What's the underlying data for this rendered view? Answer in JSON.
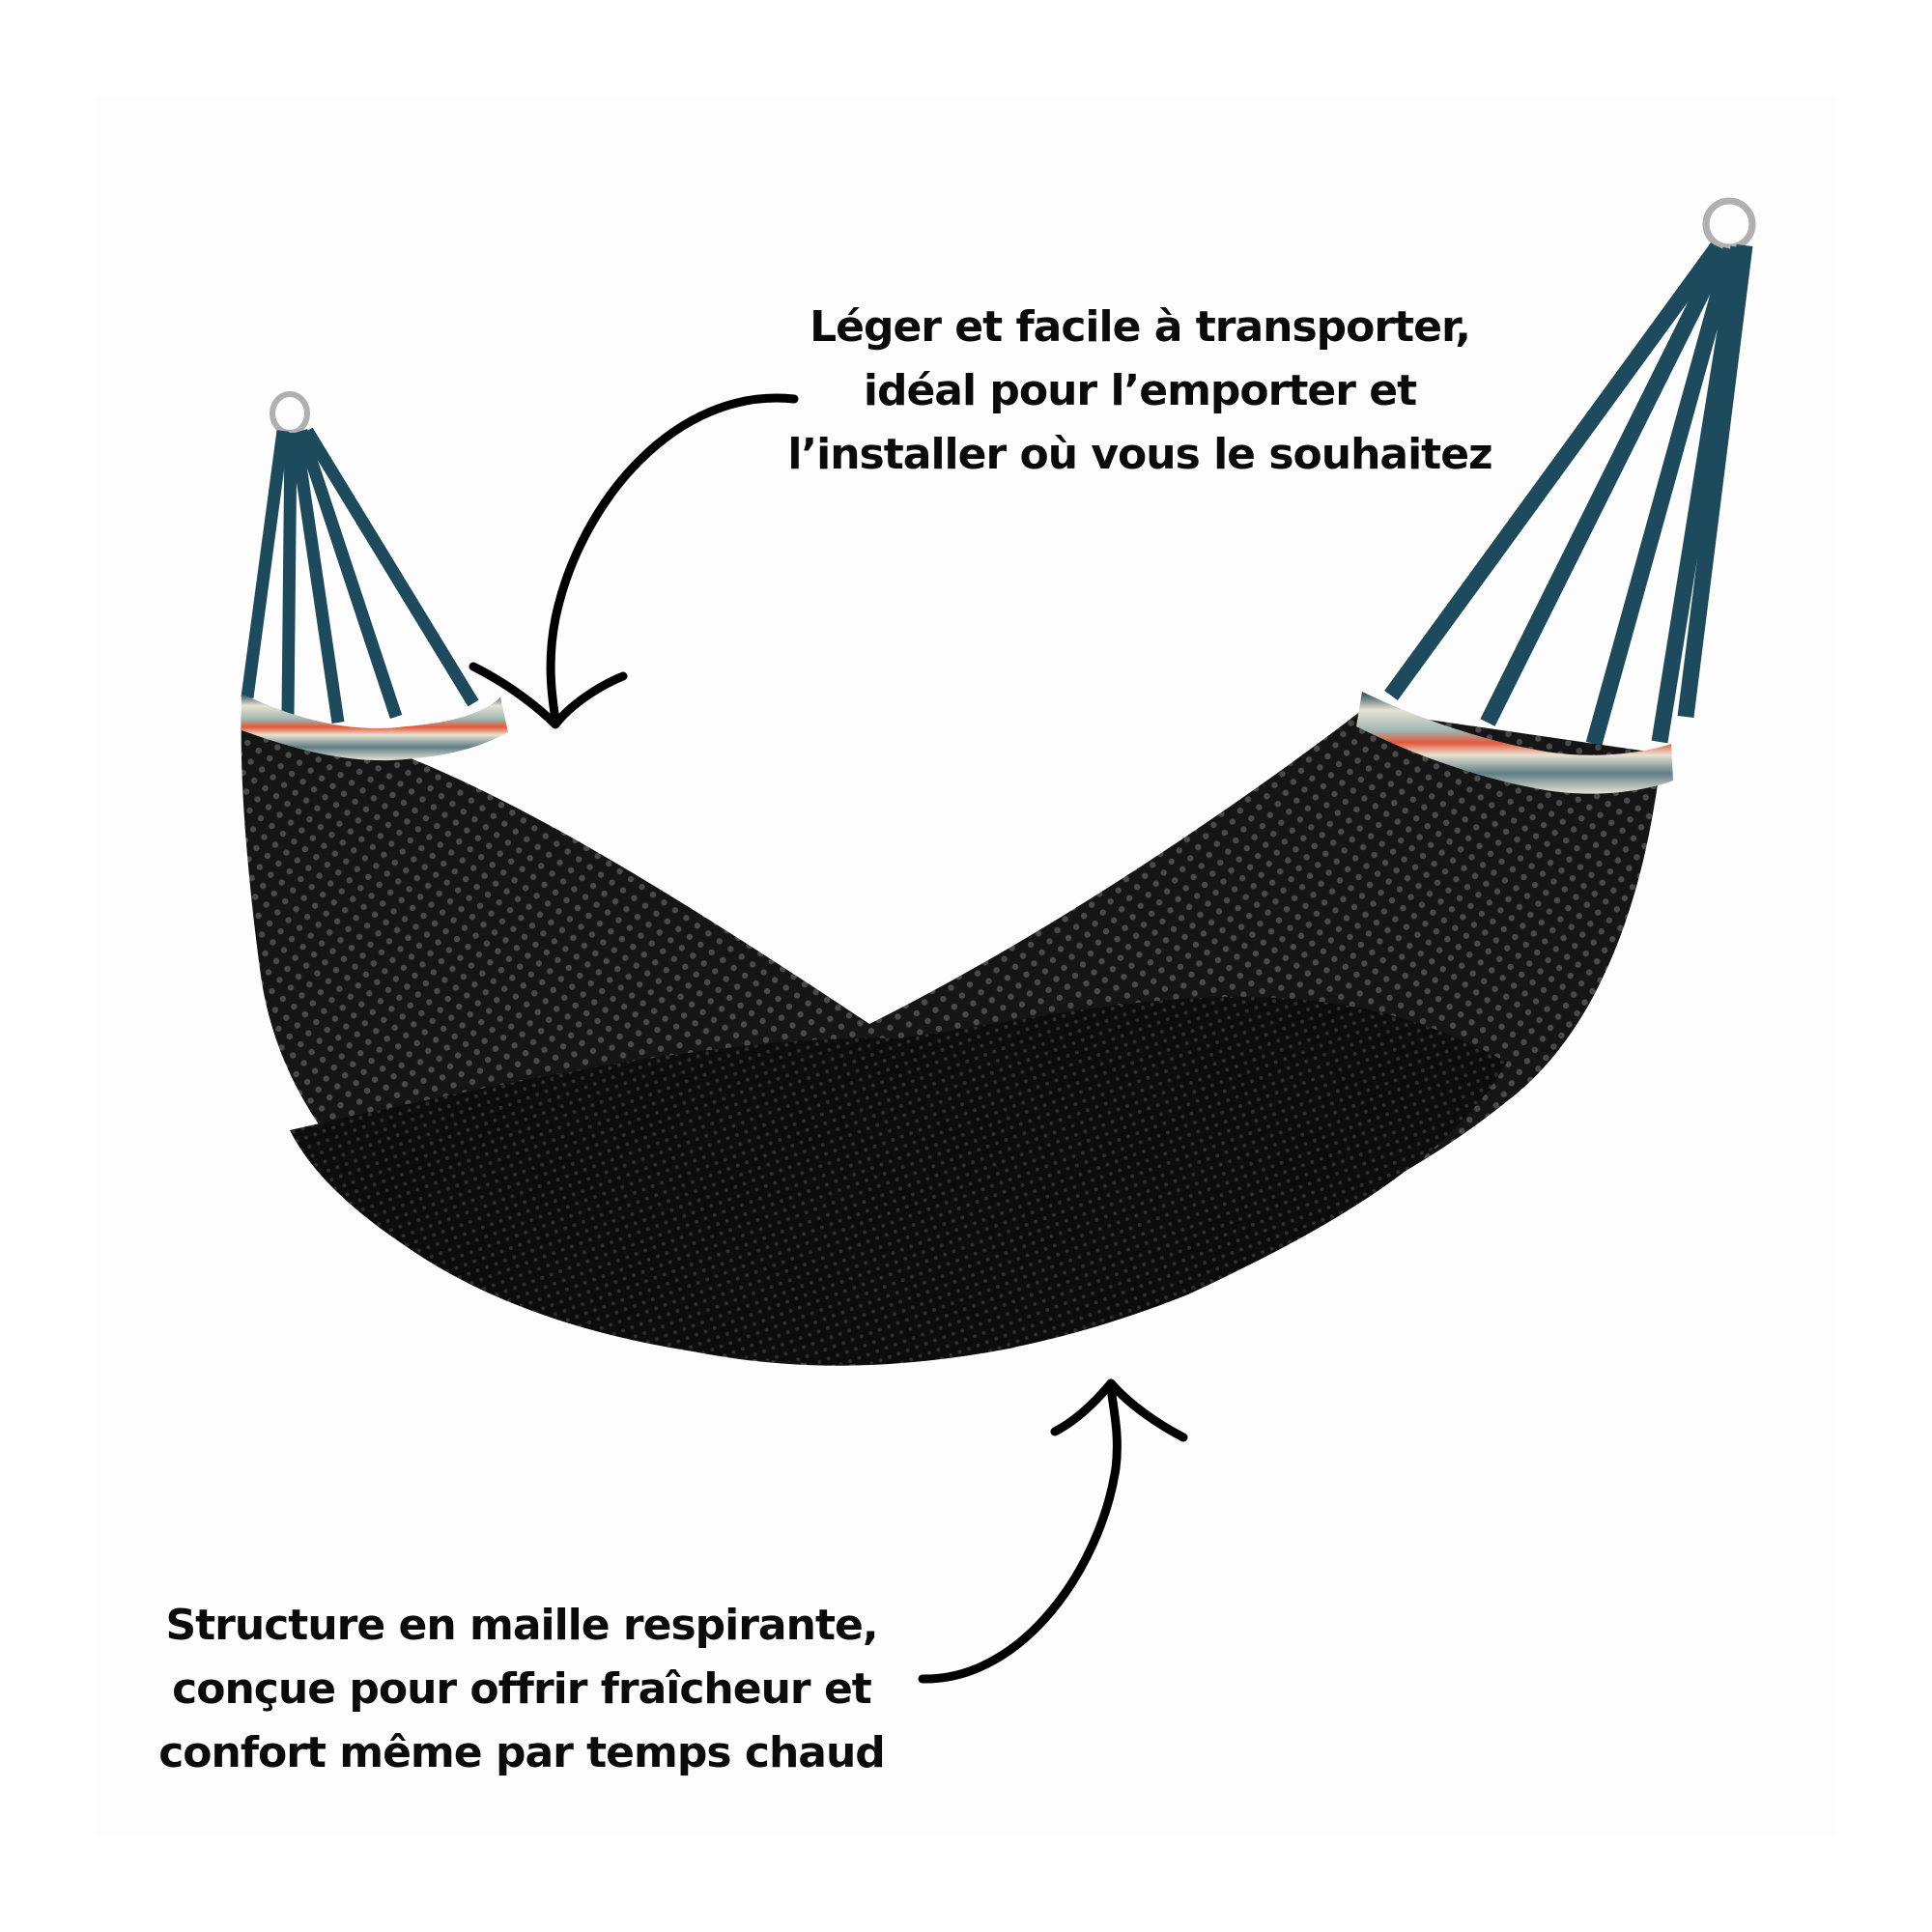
{
  "product": {
    "name": "hammock",
    "colors": {
      "mesh": "#111111",
      "straps": "#1d4a5c",
      "trim_red": "#e2583a",
      "trim_cream": "#e8e2d2",
      "ring": "#b9b9b9",
      "background_panel": "#fdfdfd"
    }
  },
  "annotations": [
    {
      "id": "portability",
      "lines": [
        "Léger et facile à transporter,",
        "idéal pour l’emporter et",
        "l’installer où vous le souhaitez"
      ],
      "arrow": "curved-arrow-down-left"
    },
    {
      "id": "breathable-mesh",
      "lines": [
        "Structure en maille respirante,",
        "conçue pour offrir fraîcheur et",
        "confort même par temps chaud"
      ],
      "arrow": "curved-arrow-up"
    }
  ]
}
